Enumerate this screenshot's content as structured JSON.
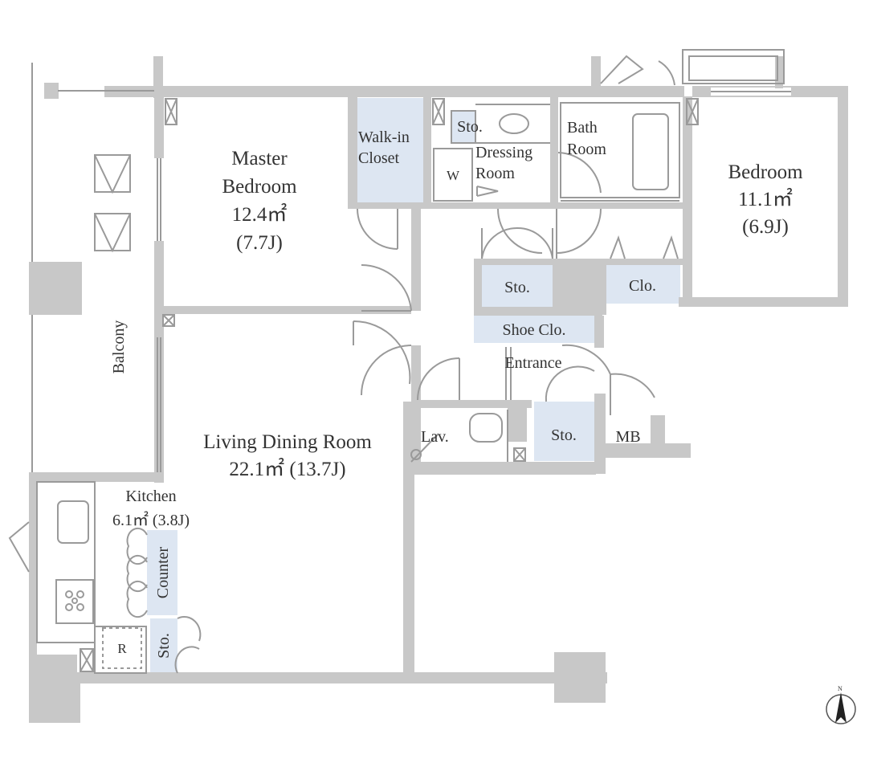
{
  "colors": {
    "wall": "#c8c8c8",
    "storage": "#dde6f2",
    "line": "#9a9a9a",
    "text": "#333333"
  },
  "rooms": {
    "master_bedroom": {
      "name_line1": "Master",
      "name_line2": "Bedroom",
      "area": "12.4㎡",
      "jo": "(7.7J)"
    },
    "bedroom": {
      "name": "Bedroom",
      "area": "11.1㎡",
      "jo": "(6.9J)"
    },
    "ldk": {
      "name": "Living Dining Room",
      "area": "22.1㎡ (13.7J)"
    },
    "kitchen": {
      "name": "Kitchen",
      "area": "6.1㎡ (3.8J)"
    },
    "walk_in_closet": {
      "line1": "Walk-in",
      "line2": "Closet"
    },
    "dressing_room": {
      "line1": "Dressing",
      "line2": "Room"
    },
    "bath_room": {
      "line1": "Bath",
      "line2": "Room"
    },
    "balcony": "Balcony",
    "entrance": "Entrance",
    "shoe_closet": "Shoe Clo.",
    "lavatory": "Lav.",
    "meter_box": "MB",
    "washer": "W",
    "refrigerator": "R",
    "counter": "Counter",
    "storage": "Sto.",
    "closet": "Clo."
  },
  "compass": {
    "north": "N"
  }
}
